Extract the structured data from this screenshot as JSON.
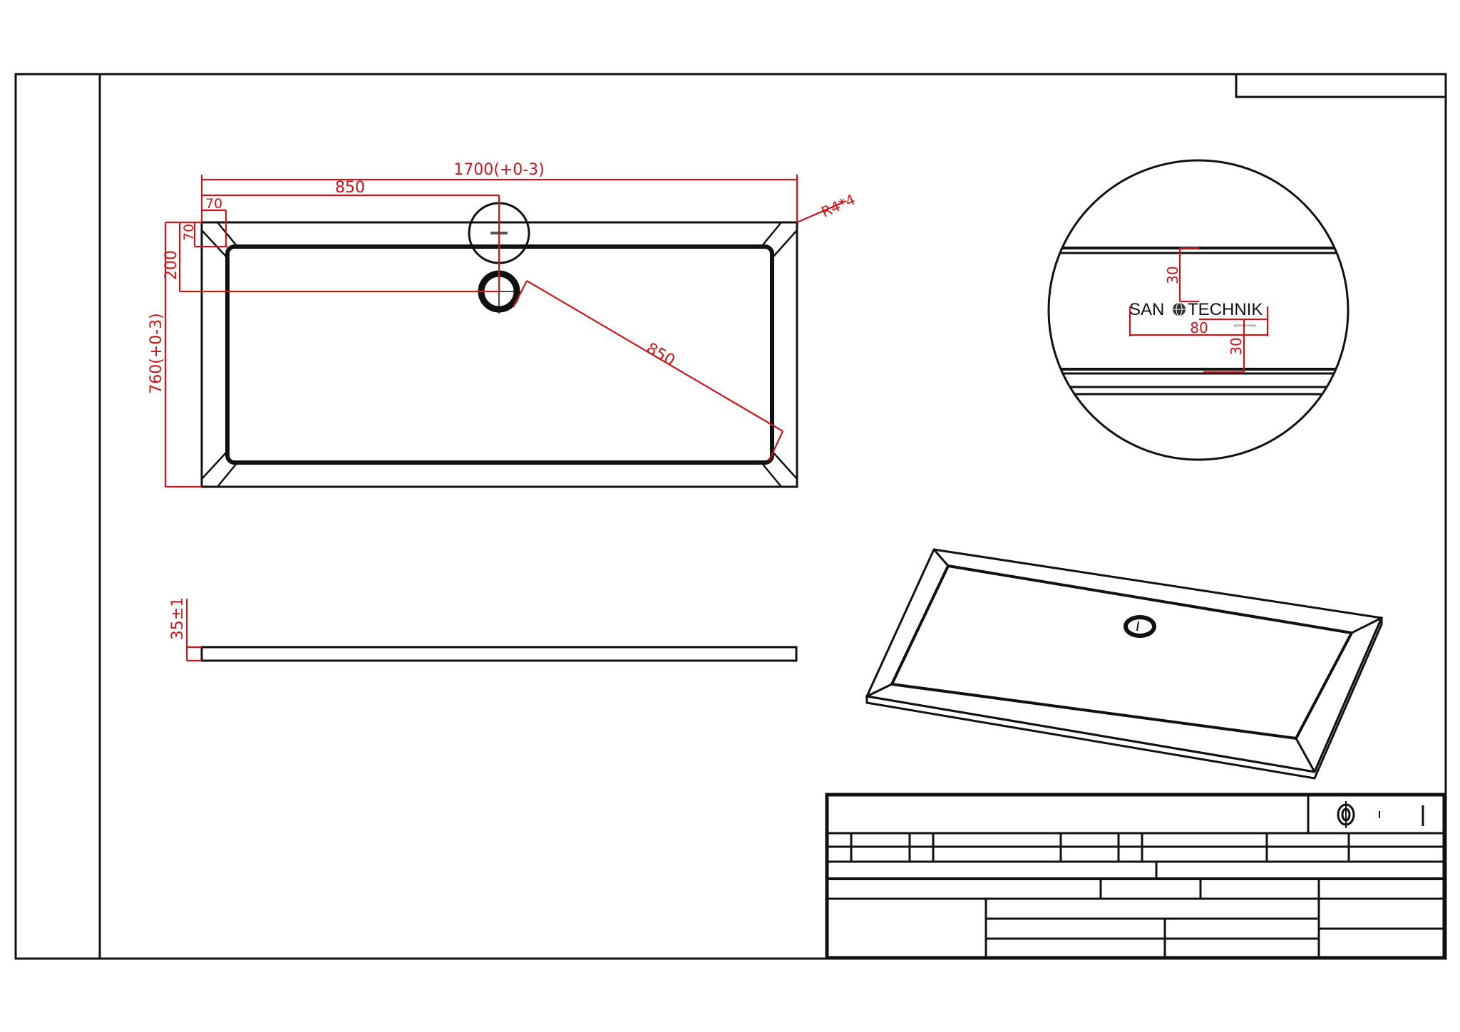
{
  "drawing": {
    "top_view": {
      "overall_length": "1700(+0-3)",
      "drain_x": "850",
      "rim_top": "70",
      "rim_left": "70",
      "drain_y": "200",
      "overall_width": "760(+0-3)",
      "corner_radius": "R4*4",
      "diagonal": "850"
    },
    "side_view": {
      "height": "35±1"
    },
    "detail_view": {
      "logo_main": "SAN TECHNIK",
      "logo_left": "SAN",
      "logo_right": "TECHNIK",
      "logo_sub": "INTERNATIONAL",
      "offset_top": "30",
      "logo_width": "80",
      "offset_bottom": "30"
    }
  },
  "colors": {
    "dimension": "#c8161d",
    "line": "#111111"
  }
}
